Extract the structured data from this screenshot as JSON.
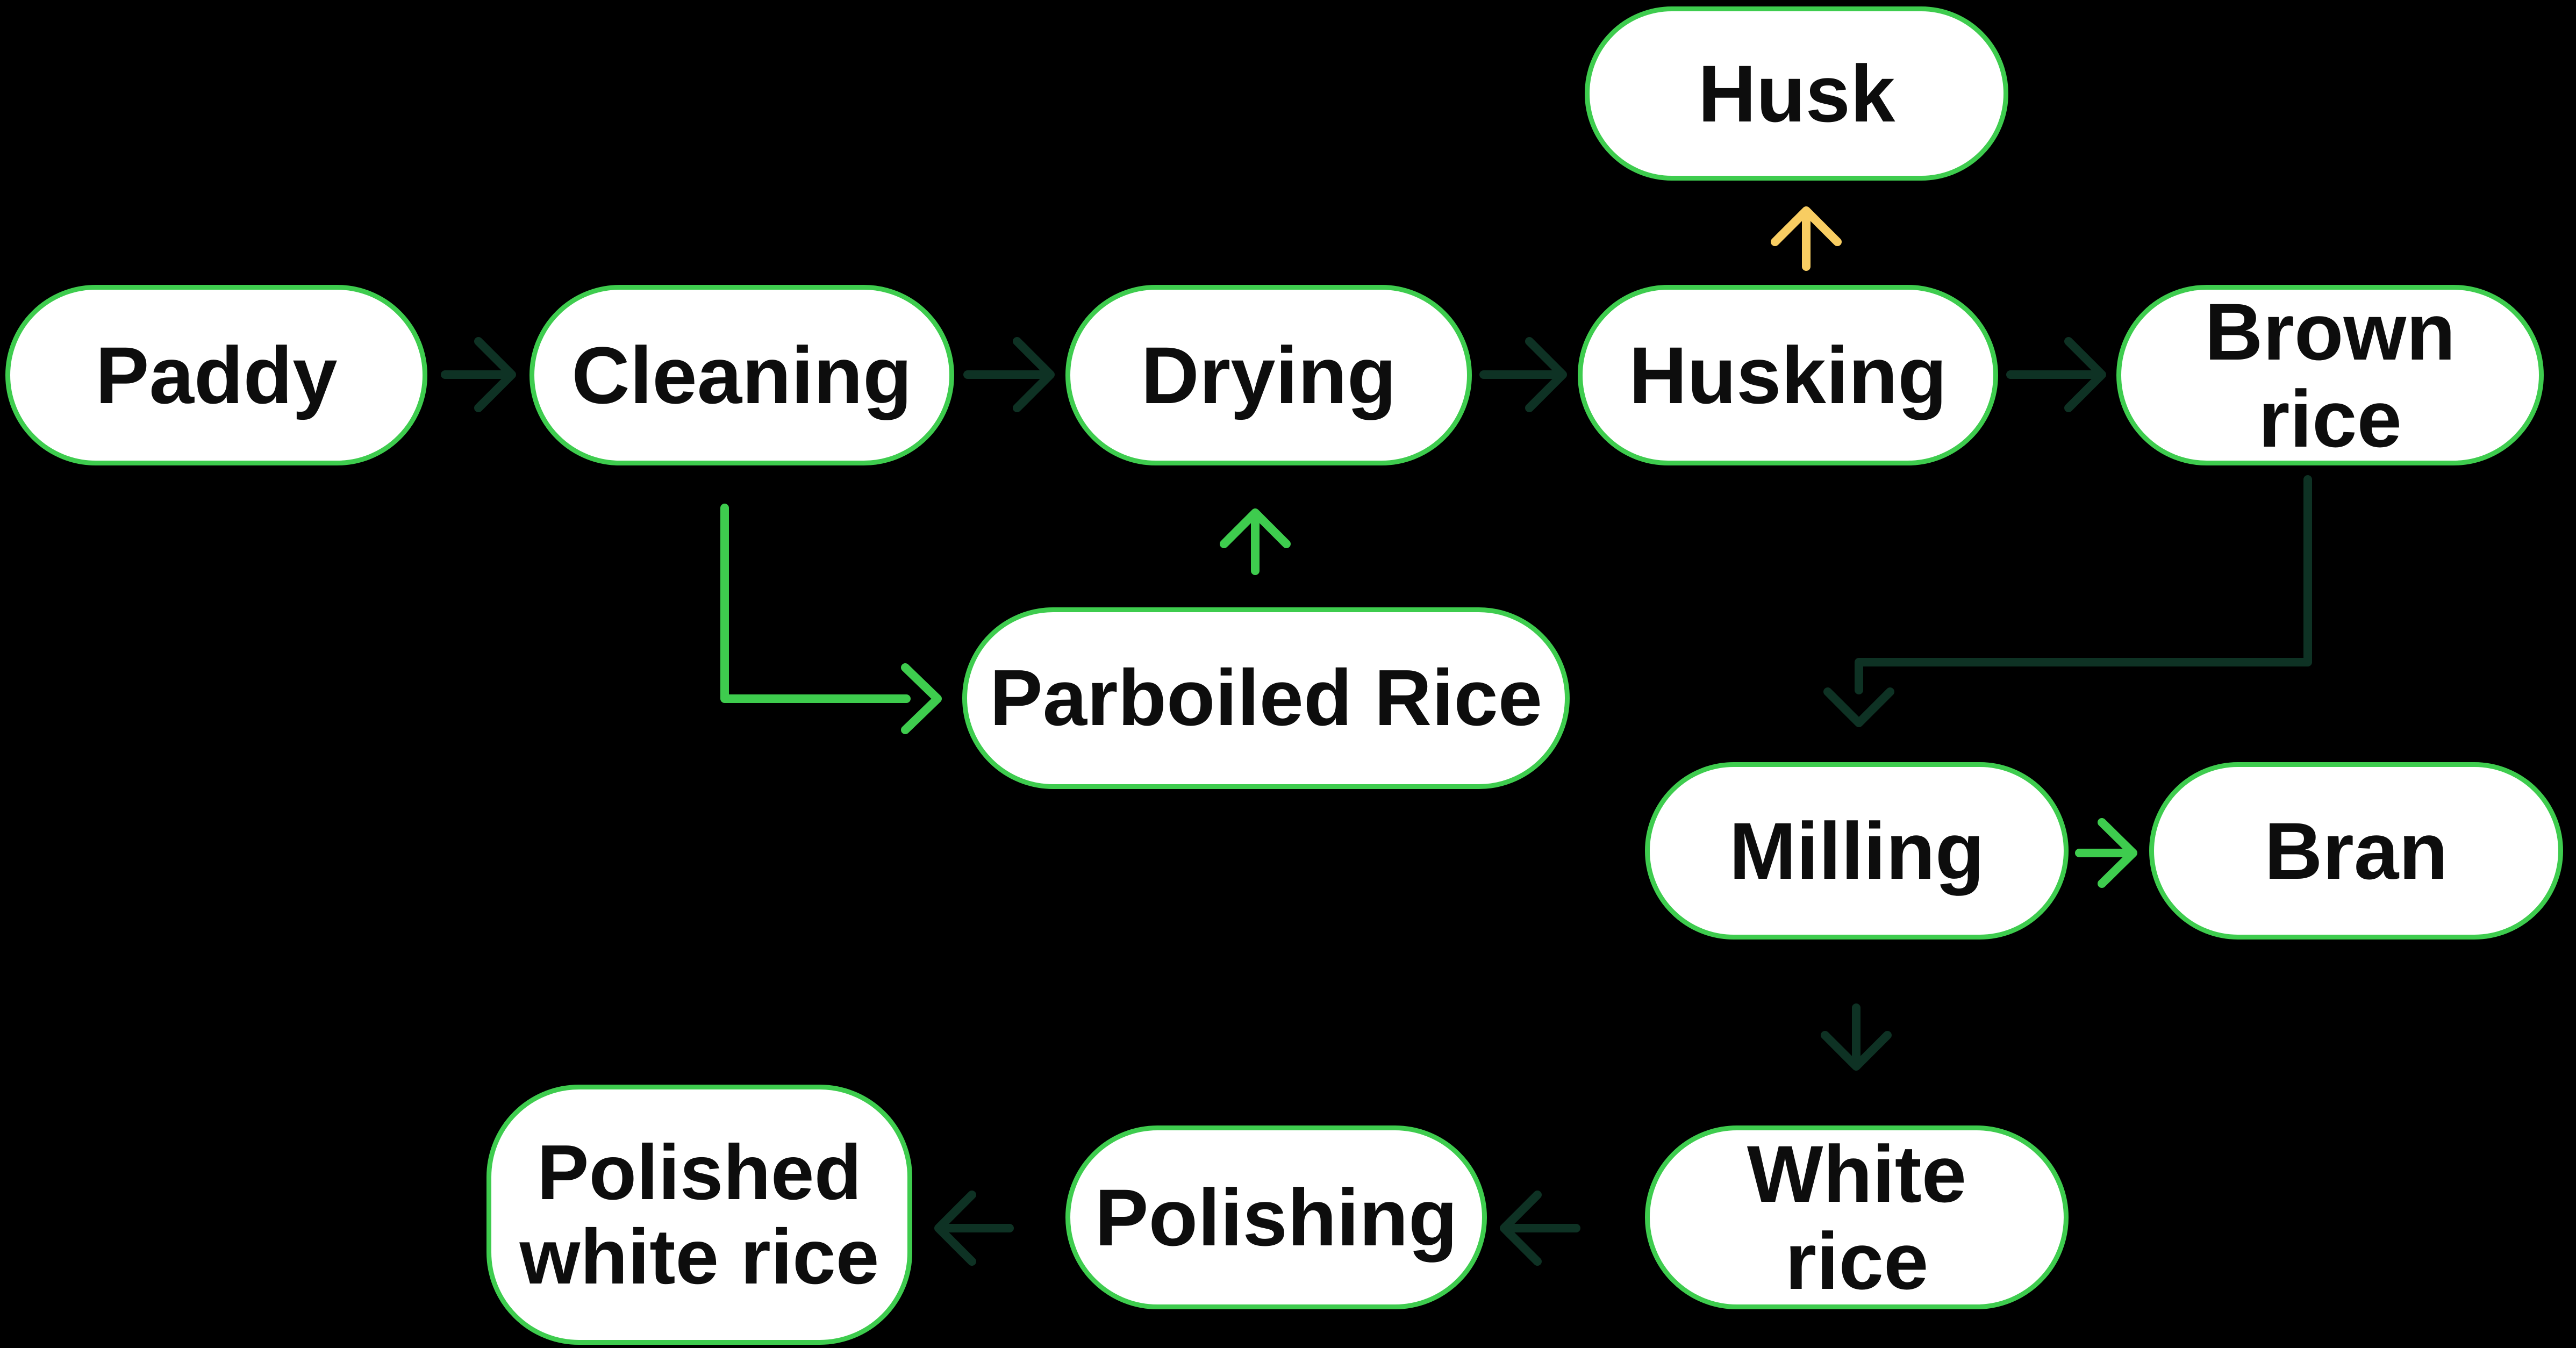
{
  "colors": {
    "background": "#000000",
    "node_fill": "#ffffff",
    "node_border": "#3ecc4e",
    "bright_green": "#3ecc4e",
    "dark_green": "#0e3224",
    "yellow": "#f8cd62",
    "text": "#0d0d0d"
  },
  "nodes": [
    {
      "id": "paddy",
      "label": "Paddy"
    },
    {
      "id": "cleaning",
      "label": "Cleaning"
    },
    {
      "id": "drying",
      "label": "Drying"
    },
    {
      "id": "husking",
      "label": "Husking"
    },
    {
      "id": "brown-rice",
      "label": "Brown rice"
    },
    {
      "id": "husk",
      "label": "Husk"
    },
    {
      "id": "parboiled-rice",
      "label": "Parboiled Rice"
    },
    {
      "id": "milling",
      "label": "Milling"
    },
    {
      "id": "bran",
      "label": "Bran"
    },
    {
      "id": "white-rice",
      "label": "White rice"
    },
    {
      "id": "polishing",
      "label": "Polishing"
    },
    {
      "id": "polished-white-rice",
      "label": "Polished white rice"
    }
  ],
  "edges": [
    {
      "from": "paddy",
      "to": "cleaning",
      "color": "dark-green",
      "direction": "right"
    },
    {
      "from": "cleaning",
      "to": "drying",
      "color": "dark-green",
      "direction": "right"
    },
    {
      "from": "drying",
      "to": "husking",
      "color": "dark-green",
      "direction": "right"
    },
    {
      "from": "husking",
      "to": "brown-rice",
      "color": "dark-green",
      "direction": "right"
    },
    {
      "from": "husking",
      "to": "husk",
      "color": "yellow",
      "direction": "up"
    },
    {
      "from": "cleaning",
      "to": "parboiled-rice",
      "color": "bright-green",
      "direction": "down-right-elbow"
    },
    {
      "from": "parboiled-rice",
      "to": "drying",
      "color": "bright-green",
      "direction": "up"
    },
    {
      "from": "brown-rice",
      "to": "milling",
      "color": "dark-green",
      "direction": "down-left-elbow"
    },
    {
      "from": "milling",
      "to": "bran",
      "color": "bright-green",
      "direction": "right"
    },
    {
      "from": "milling",
      "to": "white-rice",
      "color": "dark-green",
      "direction": "down"
    },
    {
      "from": "white-rice",
      "to": "polishing",
      "color": "dark-green",
      "direction": "left"
    },
    {
      "from": "polishing",
      "to": "polished-white-rice",
      "color": "dark-green",
      "direction": "left"
    }
  ]
}
